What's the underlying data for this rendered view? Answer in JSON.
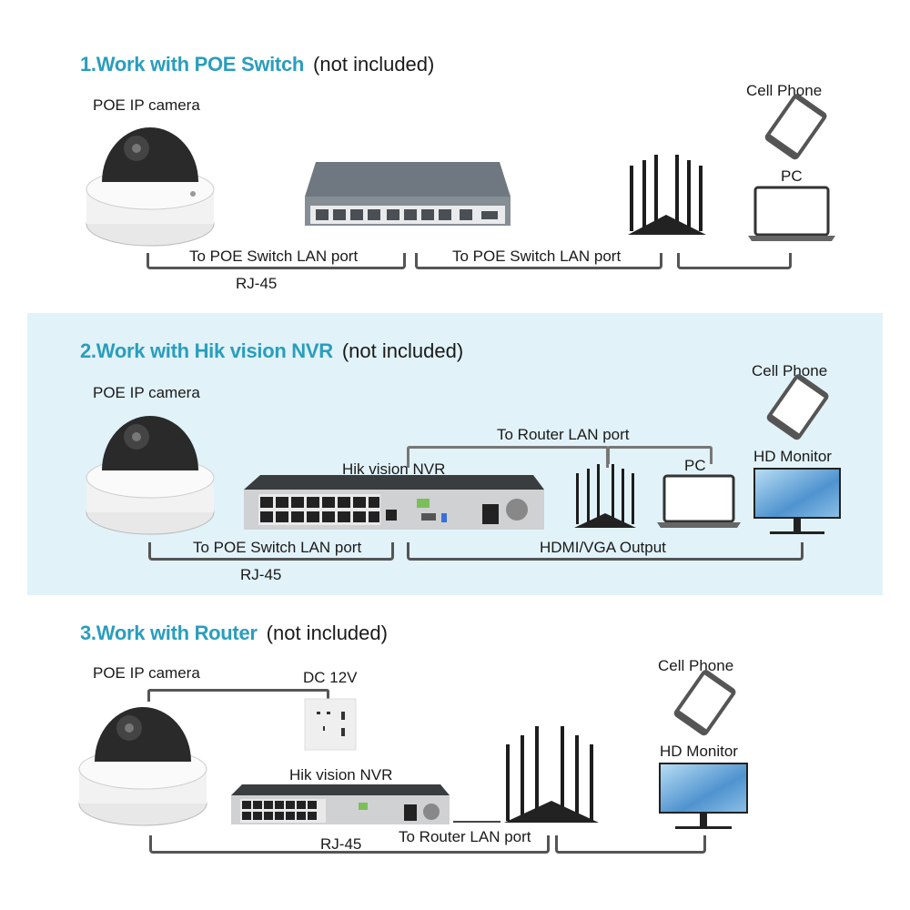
{
  "sections": [
    {
      "number": "1.",
      "title": "Work with POE Switch",
      "note": "(not included)",
      "labels": {
        "camera": "POE IP camera",
        "phone": "Cell Phone",
        "pc": "PC",
        "link1": "To POE Switch LAN port",
        "link2": "To POE Switch LAN port",
        "cable": "RJ-45"
      }
    },
    {
      "number": "2.",
      "title": "Work with Hik vision NVR",
      "note": "(not included)",
      "labels": {
        "camera": "POE IP camera",
        "nvr": "Hik vision NVR",
        "router_link": "To Router LAN port",
        "pc": "PC",
        "phone": "Cell Phone",
        "monitor": "HD Monitor",
        "link1": "To POE Switch LAN port",
        "output": "HDMI/VGA Output",
        "cable": "RJ-45"
      }
    },
    {
      "number": "3.",
      "title": "Work with Router",
      "note": "(not included)",
      "labels": {
        "camera": "POE IP camera",
        "power": "DC 12V",
        "nvr": "Hik vision NVR",
        "phone": "Cell Phone",
        "monitor": "HD Monitor",
        "router_link": "To Router LAN port",
        "cable": "RJ-45"
      }
    }
  ],
  "colors": {
    "accent": "#2a9dbd",
    "band": "#e1f2f9"
  }
}
